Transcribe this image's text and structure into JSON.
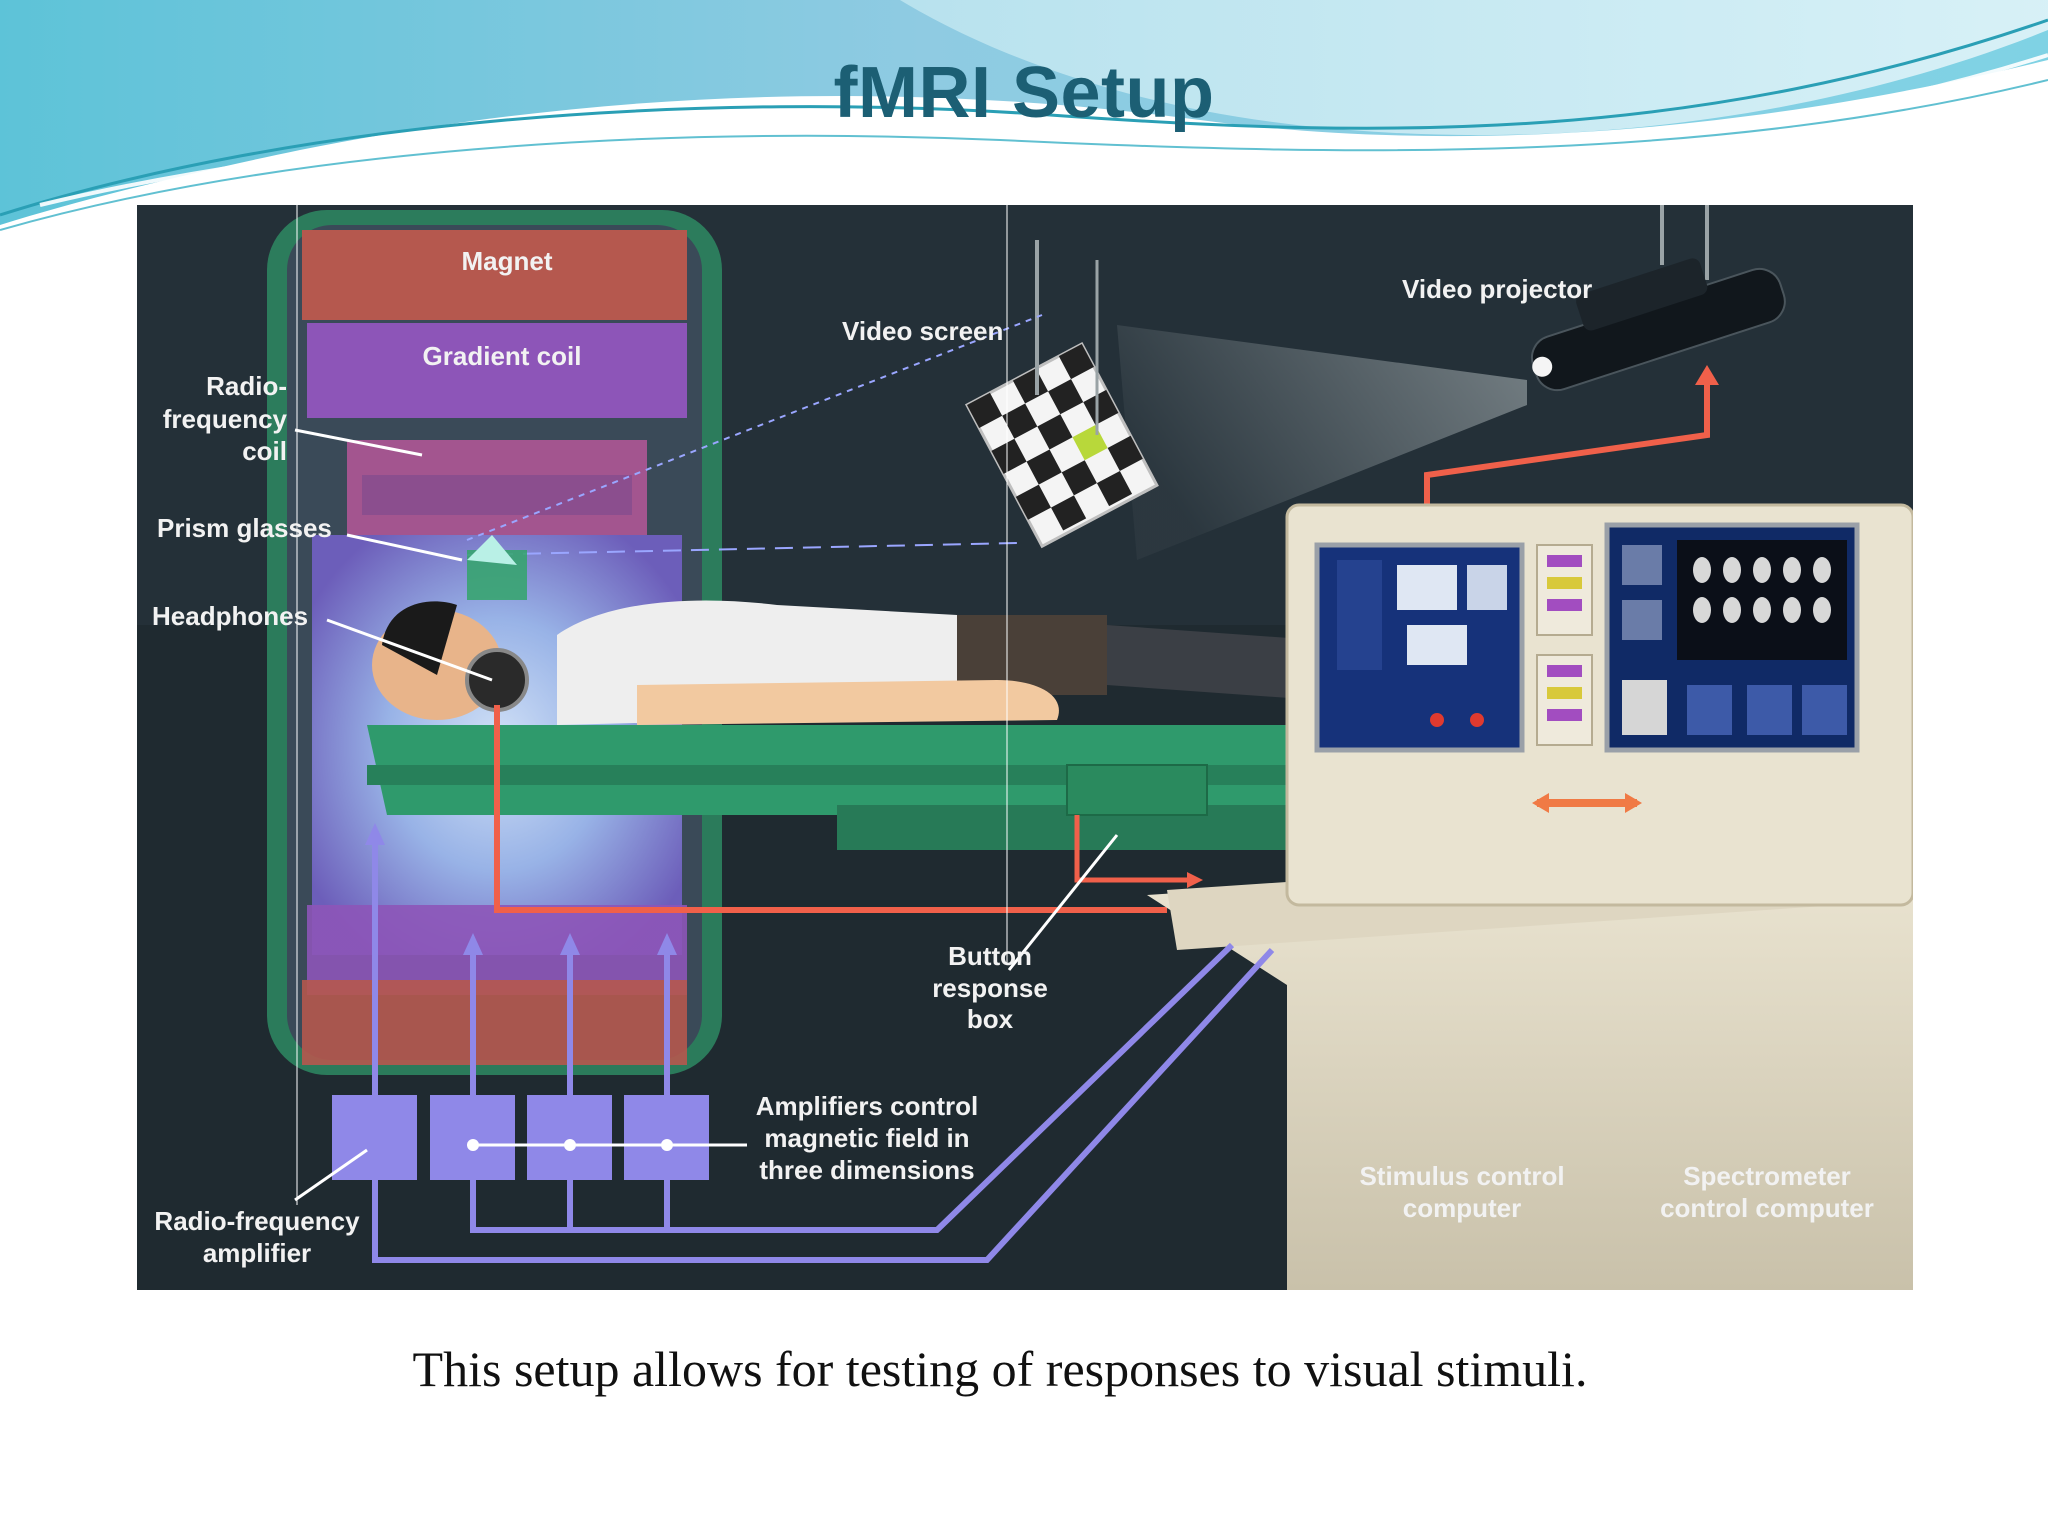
{
  "slide": {
    "title": "fMRI Setup",
    "caption": "This setup allows for testing of responses to visual stimuli."
  },
  "diagram": {
    "labels": {
      "magnet": "Magnet",
      "gradient_coil": "Gradient coil",
      "rf_coil_1": "Radio-",
      "rf_coil_2": "frequency",
      "rf_coil_3": "coil",
      "prism_glasses": "Prism glasses",
      "headphones": "Headphones",
      "video_screen": "Video screen",
      "video_projector": "Video projector",
      "button_box_1": "Button",
      "button_box_2": "response",
      "button_box_3": "box",
      "amplifiers_1": "Amplifiers control",
      "amplifiers_2": "magnetic field in",
      "amplifiers_3": "three dimensions",
      "rf_amplifier_1": "Radio-frequency",
      "rf_amplifier_2": "amplifier",
      "stimulus_computer_1": "Stimulus control",
      "stimulus_computer_2": "computer",
      "spectrometer_computer_1": "Spectrometer",
      "spectrometer_computer_2": "control computer"
    }
  },
  "colors": {
    "title": "#1c5f74",
    "figure_background": "#1f2a30",
    "magnet": "#b5584e",
    "gradient_coil": "#8d55b8",
    "signal_red": "#f0604a",
    "signal_purple": "#8f88e8",
    "table_green": "#2f9a6c",
    "console": "#e7e0cc"
  }
}
